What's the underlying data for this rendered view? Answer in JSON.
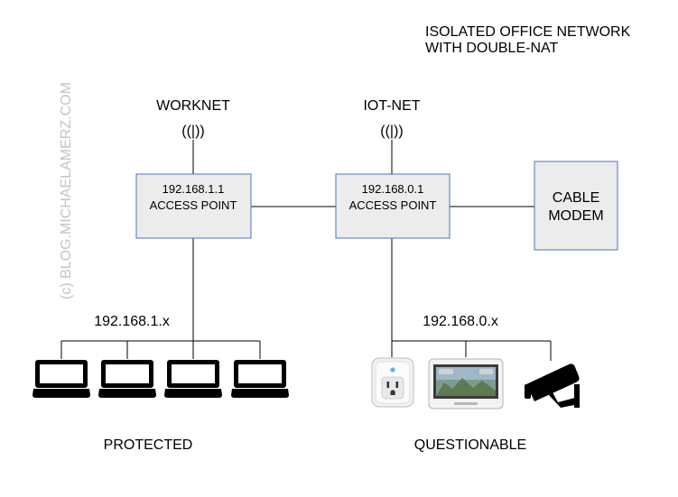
{
  "title": {
    "line1": "ISOLATED OFFICE NETWORK",
    "line2": "WITH DOUBLE-NAT"
  },
  "watermark": "(c) BLOG.MICHAELAMERZ.COM",
  "networks": {
    "worknet": {
      "ssid": "WORKNET",
      "wifi_symbol": "((|))",
      "ip": "192.168.1.1",
      "device": "ACCESS POINT",
      "subnet": "192.168.1.x",
      "zone_label": "PROTECTED",
      "clients": [
        "laptop-icon",
        "laptop-icon",
        "laptop-icon",
        "laptop-icon"
      ]
    },
    "iotnet": {
      "ssid": "IOT-NET",
      "wifi_symbol": "((|))",
      "ip": "192.168.0.1",
      "device": "ACCESS POINT",
      "subnet": "192.168.0.x",
      "zone_label": "QUESTIONABLE",
      "clients": [
        "smart-plug-icon",
        "thermostat-icon",
        "security-camera-icon"
      ]
    }
  },
  "modem": {
    "line1": "CABLE",
    "line2": "MODEM"
  },
  "colors": {
    "box_fill": "#ececec",
    "box_border": "#4a76b8",
    "watermark": "#c4c4c4"
  }
}
